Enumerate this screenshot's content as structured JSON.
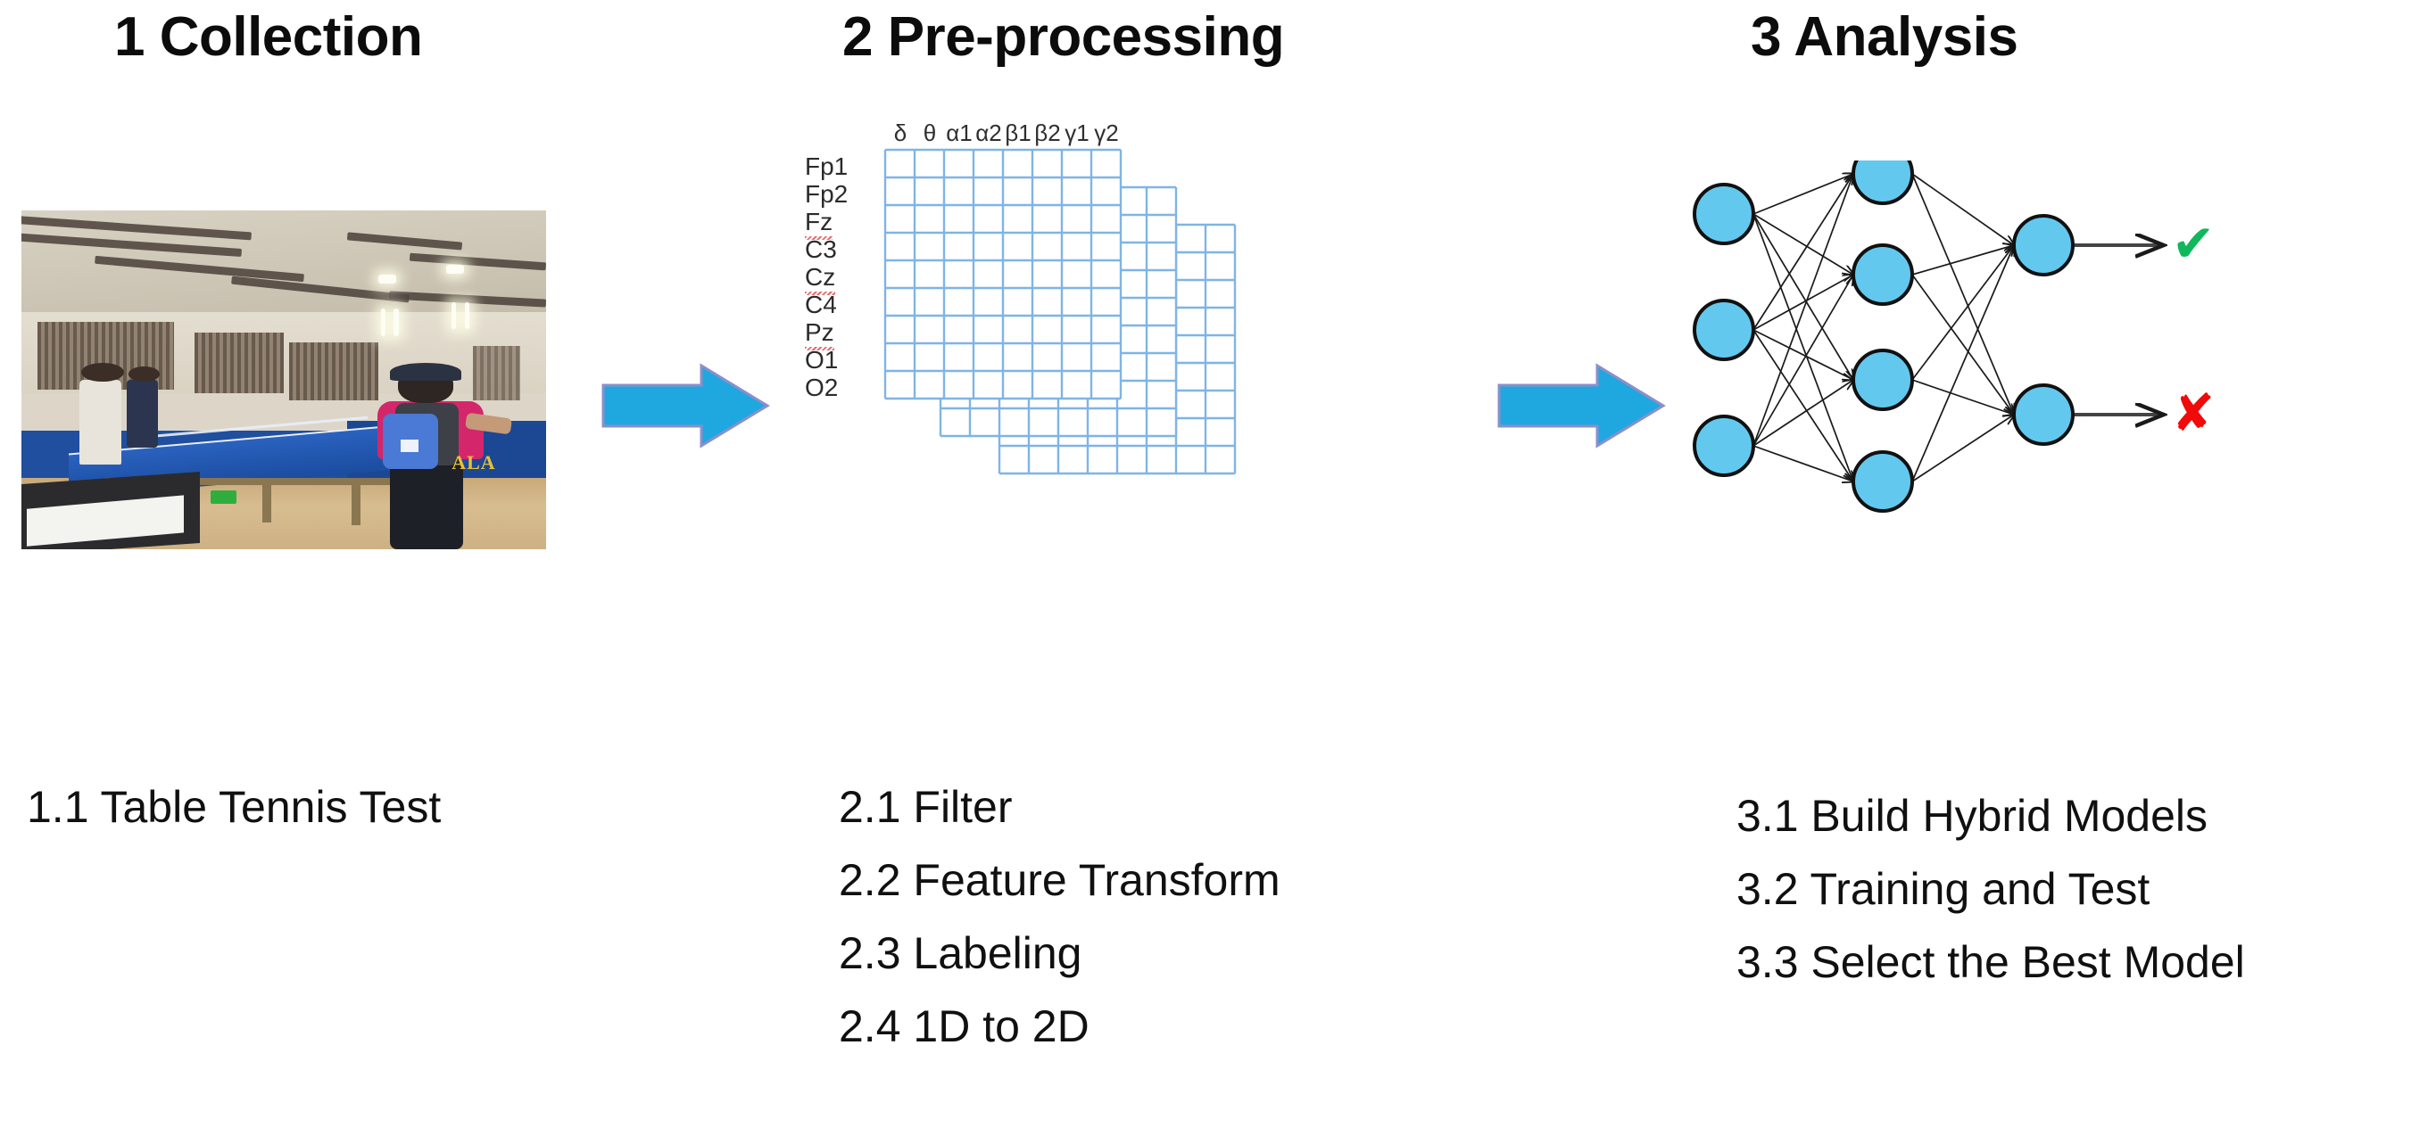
{
  "title_bar": {},
  "sections": [
    {
      "id": "collection",
      "heading": "1 Collection",
      "visual": "table-tennis-photograph",
      "steps": [
        "1.1 Table Tennis Test"
      ]
    },
    {
      "id": "pre-processing",
      "heading": "2 Pre-processing",
      "visual": "stacked-eeg-feature-matrices",
      "steps": [
        "2.1 Filter",
        "2.2 Feature Transform",
        "2.3 Labeling",
        "2.4 1D to 2D"
      ]
    },
    {
      "id": "analysis",
      "heading": "3 Analysis",
      "visual": "neural-network-diagram",
      "steps": [
        "3.1 Build Hybrid Models",
        "3.2 Training and Test",
        "3.3 Select the Best Model"
      ]
    }
  ],
  "matrix": {
    "column_headers": [
      "δ",
      "θ",
      "α1",
      "α2",
      "β1",
      "β2",
      "γ1",
      "γ2"
    ],
    "row_headers": [
      "Fp1",
      "Fp2",
      "Fz",
      "C3",
      "Cz",
      "C4",
      "Pz",
      "O1",
      "O2"
    ],
    "row_headers_spellflagged": [
      "Fz",
      "Cz",
      "Pz"
    ],
    "rows": 9,
    "cols": 8,
    "layers": 3,
    "grid_color": "#7FB4E6"
  },
  "neural_network": {
    "layers": [
      3,
      4,
      2
    ],
    "layer_names": [
      "input-layer",
      "hidden-layer",
      "output-layer"
    ],
    "node_fill": "#63C8EE",
    "node_stroke": "#111111",
    "outputs": [
      {
        "marker": "check",
        "color": "#0FB85A",
        "glyph": "✔"
      },
      {
        "marker": "cross",
        "color": "#F00A0A",
        "glyph": "✘"
      }
    ]
  },
  "connectors": {
    "count": 2,
    "color": "#1FA8E0",
    "stroke": "#8C8FCB",
    "shape": "right-arrow"
  },
  "photo": {
    "scene_logo_text": "ALA"
  }
}
